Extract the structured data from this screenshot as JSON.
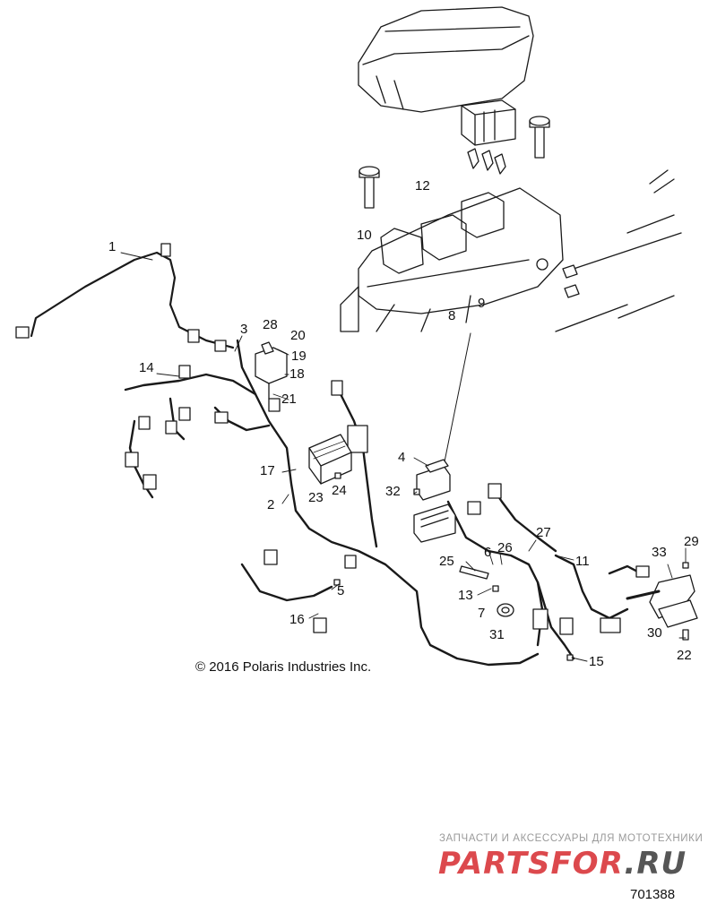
{
  "copyright": "© 2016 Polaris Industries Inc.",
  "figure_number": "701388",
  "watermark": {
    "tagline": "ЗАПЧАСТИ И АКСЕССУАРЫ ДЛЯ МОТОТЕХНИКИ",
    "logo_left": "PARTS",
    "logo_mid": "FOR",
    "logo_right": ".RU"
  },
  "callouts": [
    {
      "id": "c1",
      "label": "1"
    },
    {
      "id": "c2",
      "label": "2"
    },
    {
      "id": "c3",
      "label": "3"
    },
    {
      "id": "c4",
      "label": "4"
    },
    {
      "id": "c5",
      "label": "5"
    },
    {
      "id": "c6",
      "label": "6"
    },
    {
      "id": "c7",
      "label": "7"
    },
    {
      "id": "c8",
      "label": "8"
    },
    {
      "id": "c9",
      "label": "9"
    },
    {
      "id": "c10",
      "label": "10"
    },
    {
      "id": "c11",
      "label": "11"
    },
    {
      "id": "c12",
      "label": "12"
    },
    {
      "id": "c13",
      "label": "13"
    },
    {
      "id": "c14",
      "label": "14"
    },
    {
      "id": "c15",
      "label": "15"
    },
    {
      "id": "c16",
      "label": "16"
    },
    {
      "id": "c17",
      "label": "17"
    },
    {
      "id": "c18",
      "label": "18"
    },
    {
      "id": "c19",
      "label": "19"
    },
    {
      "id": "c20",
      "label": "20"
    },
    {
      "id": "c21",
      "label": "21"
    },
    {
      "id": "c22",
      "label": "22"
    },
    {
      "id": "c23",
      "label": "23"
    },
    {
      "id": "c24",
      "label": "24"
    },
    {
      "id": "c25",
      "label": "25"
    },
    {
      "id": "c26",
      "label": "26"
    },
    {
      "id": "c27",
      "label": "27"
    },
    {
      "id": "c28",
      "label": "28"
    },
    {
      "id": "c29",
      "label": "29"
    },
    {
      "id": "c30",
      "label": "30"
    },
    {
      "id": "c31",
      "label": "31"
    },
    {
      "id": "c32",
      "label": "32"
    },
    {
      "id": "c33",
      "label": "33"
    }
  ]
}
